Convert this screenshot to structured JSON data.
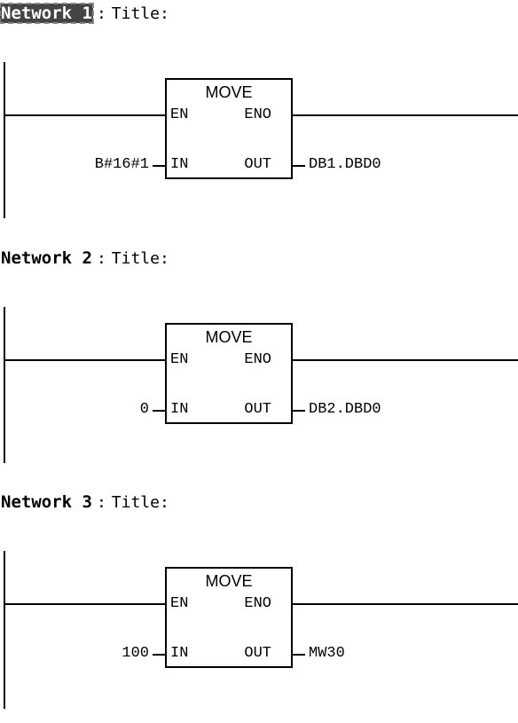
{
  "networks": [
    {
      "label": "Network 1",
      "colon": ":",
      "title": "Title:",
      "block": {
        "name": "MOVE",
        "en": "EN",
        "eno": "ENO",
        "in": "IN",
        "out": "OUT"
      },
      "in_value": "B#16#1",
      "out_value": "DB1.DBD0",
      "selected": true
    },
    {
      "label": "Network 2",
      "colon": ":",
      "title": "Title:",
      "block": {
        "name": "MOVE",
        "en": "EN",
        "eno": "ENO",
        "in": "IN",
        "out": "OUT"
      },
      "in_value": "0",
      "out_value": "DB2.DBD0",
      "selected": false
    },
    {
      "label": "Network 3",
      "colon": ":",
      "title": "Title:",
      "block": {
        "name": "MOVE",
        "en": "EN",
        "eno": "ENO",
        "in": "IN",
        "out": "OUT"
      },
      "in_value": "100",
      "out_value": "MW30",
      "selected": false
    }
  ]
}
